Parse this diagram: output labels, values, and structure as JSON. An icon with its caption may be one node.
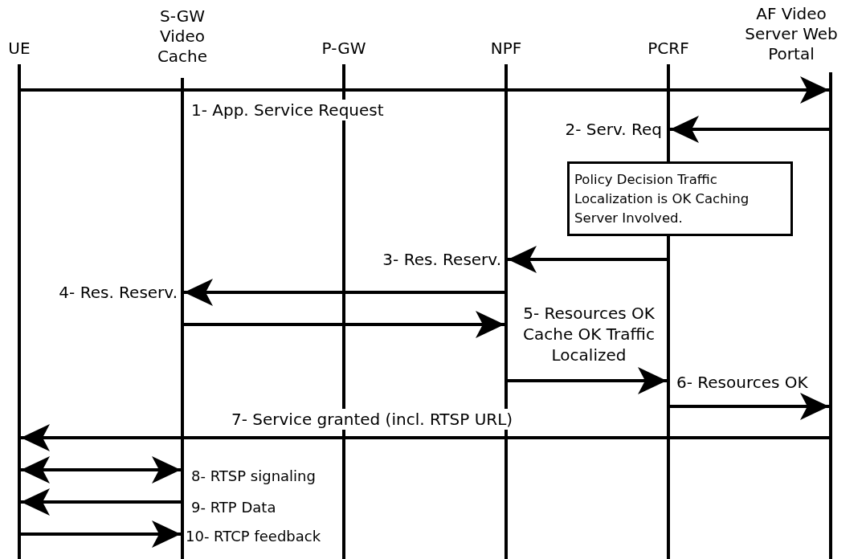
{
  "diagram": {
    "nodes": [
      {
        "text": [
          "UE"
        ]
      },
      {
        "text": [
          "S-GW Video Cache"
        ]
      },
      {
        "text": [
          "P-GW"
        ]
      },
      {
        "text": [
          "NPF"
        ]
      },
      {
        "text": [
          "PCRF"
        ]
      },
      {
        "text": [
          "AF Video Server Web Portal"
        ]
      },
      {
        "text": [
          "Policy Decision Traffic Localization is OK Caching Server Involved."
        ]
      }
    ],
    "edges": [
      {
        "from": 0,
        "to": 5,
        "arrow": "to",
        "label": "1- App. Service Request"
      },
      {
        "from": 5,
        "to": 4,
        "arrow": "to",
        "label": "2- Serv. Req"
      },
      {
        "from": 4,
        "to": 3,
        "arrow": "to",
        "label": "3- Res. Reserv."
      },
      {
        "from": 3,
        "to": 1,
        "arrow": "to",
        "label": "4- Res. Reserv."
      },
      {
        "from": 1,
        "to": 3,
        "arrow": "to",
        "label": "5- Resources OK Cache OK Traffic Localized"
      },
      {
        "from": 3,
        "to": 4,
        "arrow": "to",
        "label": "6- Resources OK"
      },
      {
        "from": 4,
        "to": 5,
        "arrow": "to"
      },
      {
        "from": 5,
        "to": 0,
        "arrow": "to",
        "label": "7- Service granted (incl. RTSP URL)"
      },
      {
        "from": 0,
        "to": 1,
        "arrow": "both",
        "label": "8- RTSP signaling"
      },
      {
        "from": 1,
        "to": 0,
        "arrow": "to",
        "label": "9- RTP Data"
      },
      {
        "from": 0,
        "to": 1,
        "arrow": "to",
        "label": "10- RTCP feedback"
      }
    ]
  }
}
